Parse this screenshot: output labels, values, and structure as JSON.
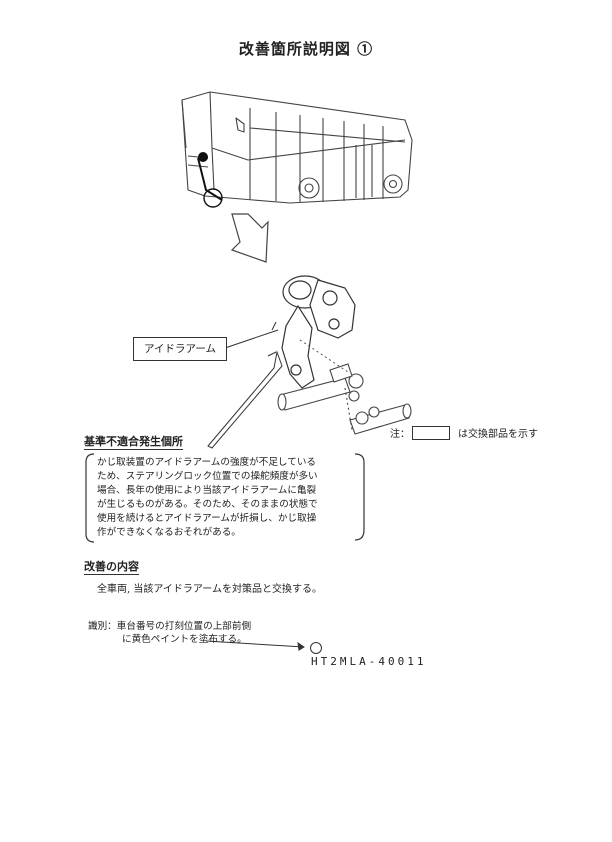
{
  "title": "改善箇所説明図 ①",
  "part_label": "アイドラアーム",
  "note": {
    "prefix": "注：",
    "suffix": "は交換部品を示す"
  },
  "defect": {
    "heading": "基準不適合発生個所",
    "lines": [
      "かじ取装置のアイドラアームの強度が不足している",
      "ため、ステアリングロック位置での操舵頻度が多い",
      "場合、長年の使用により当該アイドラアームに亀裂",
      "が生じるものがある。そのため、そのままの状態で",
      "使用を続けるとアイドラアームが折損し、かじ取操",
      "作ができなくなるおそれがある。"
    ]
  },
  "improvement": {
    "heading": "改善の内容",
    "text": "全車両, 当該アイドラアームを対策品と交換する。"
  },
  "identification": {
    "line1": "識別：車台番号の打刻位置の上部前側",
    "line2": "に黄色ペイントを塗布する。",
    "code": "HT2MLA-40011"
  }
}
